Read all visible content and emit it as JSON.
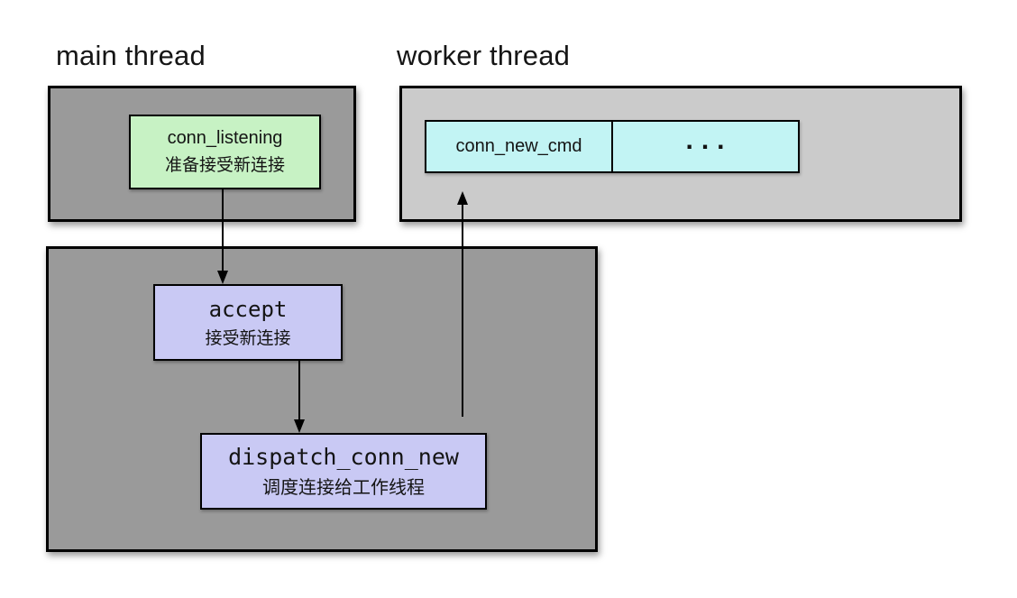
{
  "titles": {
    "main": "main thread",
    "worker": "worker thread"
  },
  "main_thread": {
    "listening_node": {
      "name": "conn_listening",
      "desc": "准备接受新连接"
    }
  },
  "worker_thread": {
    "queue": {
      "cell1": "conn_new_cmd",
      "cell2": "..."
    }
  },
  "dispatch_flow": {
    "accept_node": {
      "name": "accept",
      "desc": "接受新连接"
    },
    "dispatch_node": {
      "name": "dispatch_conn_new",
      "desc": "调度连接给工作线程"
    }
  },
  "colors": {
    "container_dark_gray": "#9a9a9a",
    "container_light_gray": "#cbcbcb",
    "node_green": "#c7f2c4",
    "node_cyan": "#c2f4f4",
    "node_lavender": "#c9c9f4",
    "border_black": "#000000",
    "background": "#ffffff"
  }
}
